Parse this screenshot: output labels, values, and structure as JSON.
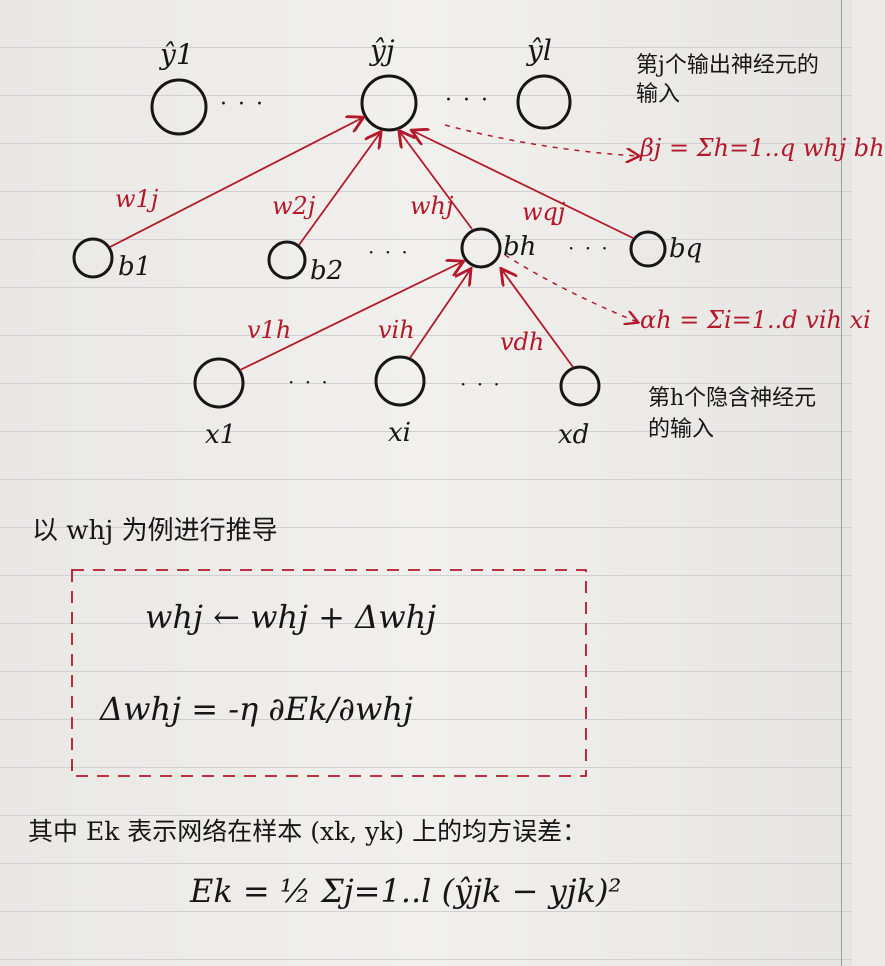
{
  "network": {
    "output_nodes": [
      "ŷ1",
      "ŷj",
      "ŷl"
    ],
    "hidden_nodes": [
      "b1",
      "b2",
      "bh",
      "bq"
    ],
    "input_nodes": [
      "x1",
      "xi",
      "xd"
    ],
    "hidden_to_output_weights": [
      "w1j",
      "w2j",
      "whj",
      "wqj"
    ],
    "input_to_hidden_weights": [
      "v1h",
      "vih",
      "vdh"
    ],
    "ellipsis": "· · ·"
  },
  "annotations": {
    "output_input_label": "第j个输出神经元的输入",
    "output_input_formula": "βj = Σh=1..q whj bh",
    "hidden_input_label": "第h个隐含神经元的输入",
    "hidden_input_formula": "αh = Σi=1..d vih xi"
  },
  "derivation": {
    "intro": "以 whj 为例进行推导",
    "update_rule": "whj ← whj + Δwhj",
    "delta_rule": "Δwhj = -η ∂Ek/∂whj",
    "error_intro": "其中 Ek 表示网络在样本 (xk, yk) 上的均方误差：",
    "error_formula": "Ek = ½ Σj=1..l (ŷjk − yjk)²"
  },
  "colors": {
    "ink": "#161616",
    "red_ink": "#b3182b",
    "paper": "#ecebe8",
    "rule_line": "#cfd0d6"
  }
}
